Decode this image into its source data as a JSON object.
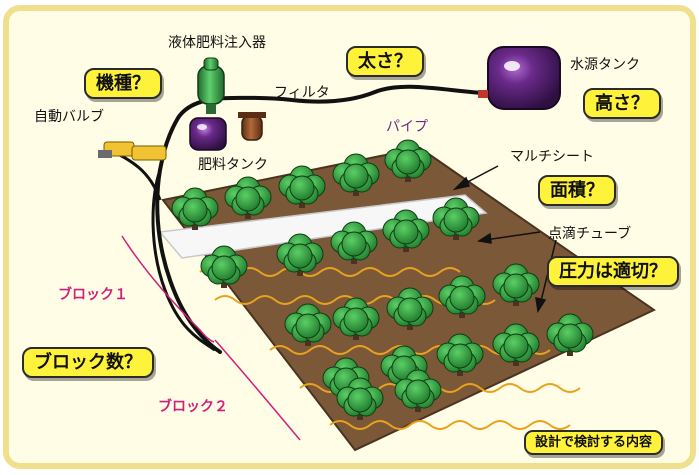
{
  "labels": {
    "fertilizer_injector": "液体肥料注入器",
    "filter": "フィルタ",
    "water_tank": "水源タンク",
    "auto_valve": "自動バルブ",
    "pipe": "パイプ",
    "fertilizer_tank": "肥料タンク",
    "mulch_sheet": "マルチシート",
    "drip_tube": "点滴チューブ",
    "block_1": "ブロック１",
    "block_2": "ブロック２"
  },
  "questions": {
    "model": "機種？",
    "thickness": "太さ？",
    "height": "高さ？",
    "area": "面積？",
    "pressure": "圧力は適切？",
    "block_count": "ブロック数？"
  },
  "legend": "設計で検討する内容",
  "colors": {
    "field_border": "#f0e08e",
    "field_fill": "#fffde6",
    "soil": "#7a5838",
    "tree": "#2e8b3a",
    "trunk": "#4a3320",
    "drip": "#e8a21e",
    "tank": "#6a2a8a",
    "injector": "#3aa650",
    "question_bg": "#fff23a",
    "block_label": "#d1207a"
  }
}
